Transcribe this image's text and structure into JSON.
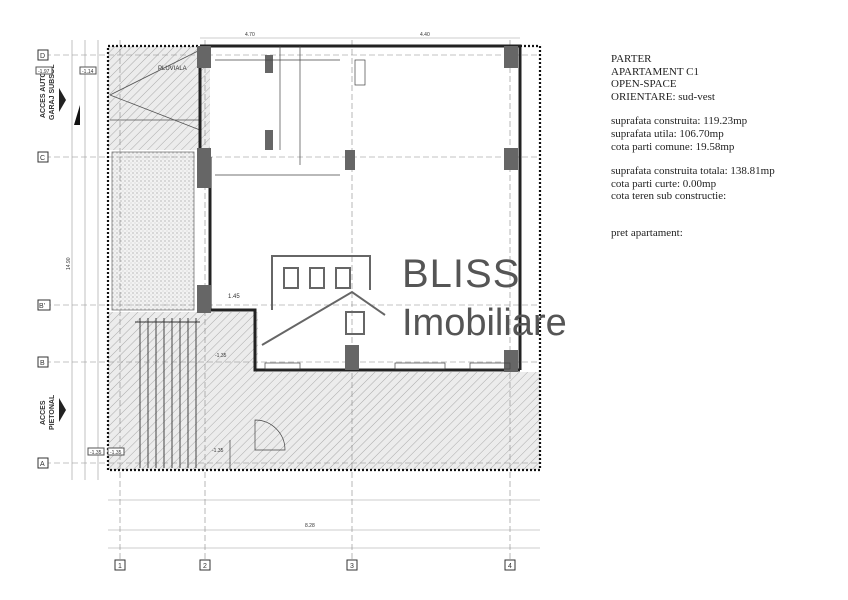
{
  "info": {
    "floor": "PARTER",
    "apartment": "APARTAMENT C1",
    "type": "OPEN-SPACE",
    "orientation": "ORIENTARE: sud-vest",
    "built_area": "suprafata construita: 119.23mp",
    "usable_area": "suprafata utila: 106.70mp",
    "common_share": "cota parti comune: 19.58mp",
    "total_built_area": "suprafata construita totala: 138.81mp",
    "yard_share": "cota parti curte: 0.00mp",
    "land_share": "cota teren sub constructie:",
    "price": "pret apartament:"
  },
  "watermark": {
    "brand": "BLISS",
    "sub": "Imobiliare"
  },
  "plan": {
    "grid_rows": [
      "D",
      "C",
      "B'",
      "B",
      "A"
    ],
    "grid_cols": [
      "1",
      "2",
      "3",
      "4"
    ],
    "access_car": [
      "ACCES AUTO",
      "GARAJ SUBSOL"
    ],
    "access_pedestrian": [
      "ACCES",
      "PIETONAL"
    ],
    "pluviala": "PLUVIALA",
    "levels": [
      "-1.97",
      "-1.14",
      "-1.35",
      "-1.35"
    ],
    "levels_inner": [
      "-1.35",
      "-1.35"
    ],
    "dim_top": [
      "4.70",
      "4.40"
    ],
    "dim_bottom": "8.28",
    "dim_side": "14.90",
    "elev_mark": "1.45"
  }
}
